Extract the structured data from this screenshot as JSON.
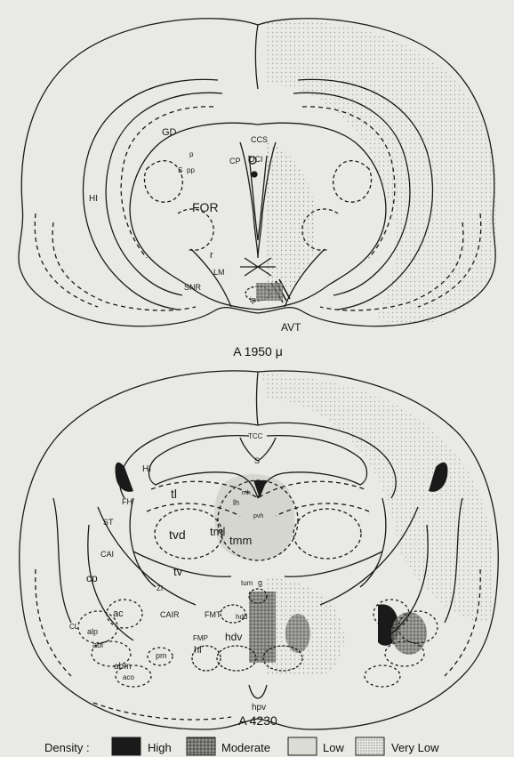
{
  "section_top": {
    "caption": "A 1950 μ",
    "labels": {
      "GD": "GD",
      "HI": "HI",
      "p": "p",
      "S": "S",
      "pp": "pp",
      "CCS": "CCS",
      "CP": "CP",
      "DCI": "DCI",
      "FOR": "FOR",
      "r": "r",
      "LM": "LM",
      "SNR": "SNR",
      "ip": "ip",
      "AVT": "AVT"
    }
  },
  "section_bottom": {
    "caption": "A 4230",
    "labels": {
      "TCC": "TCC",
      "S": "S",
      "HI": "HI",
      "FH": "FH",
      "tl": "tl",
      "mh": "mh",
      "lh": "lh",
      "pvh": "pvh",
      "ST": "ST",
      "tvd": "tvd",
      "tml": "tml",
      "tmm": "tmm",
      "CAI": "CAI",
      "tv": "tv",
      "cp": "cp",
      "ZI": "ZI",
      "tum": "tum",
      "g": "g",
      "ac": "ac",
      "CAIR": "CAIR",
      "FMT": "FMT",
      "hdd": "hdd",
      "CL": "CL",
      "alp": "alp",
      "FMP": "FMP",
      "hdv": "hdv",
      "abl": "abl",
      "hl": "hl",
      "pm": "pm",
      "abm": "abm",
      "aco": "aco",
      "hpv": "hpv"
    }
  },
  "legend": {
    "title": "Density :",
    "items": [
      {
        "label": "High",
        "pattern": "solid",
        "color": "#1a1a1a"
      },
      {
        "label": "Moderate",
        "pattern": "hatch",
        "color": "#555555"
      },
      {
        "label": "Low",
        "pattern": "light",
        "color": "#dcdcd6"
      },
      {
        "label": "Very Low",
        "pattern": "dots",
        "color": "#777777"
      }
    ]
  }
}
